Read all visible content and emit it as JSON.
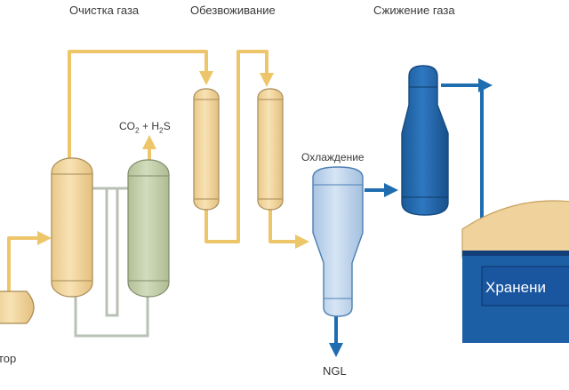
{
  "labels": {
    "gas_cleaning": "Очистка газа",
    "dehydration": "Обезвоживание",
    "gas_liquefaction": "Сжижение газа",
    "cooling": "Охлаждение",
    "acid_gas_co2": "CO",
    "acid_gas_co2_sub": "2",
    "acid_gas_plus": " + H",
    "acid_gas_h2s_sub": "2",
    "acid_gas_s": "S",
    "ngl": "NGL",
    "separator_partial": "тор",
    "storage_partial": "Хранени"
  },
  "colors": {
    "gas_line": "#eec66a",
    "lng_line": "#1f6cb0",
    "return_line": "#b9c1b4",
    "tan_vessel": "#f2d6a0",
    "tan_vessel_edge": "#a88a55",
    "green_vessel": "#c3cfab",
    "green_vessel_edge": "#7f8c6c",
    "blue_dark": "#1f5f9e",
    "blue_light": "#bcd2ea",
    "storage_blue": "#1c5fa5",
    "storage_roof": "#f0d39c"
  }
}
